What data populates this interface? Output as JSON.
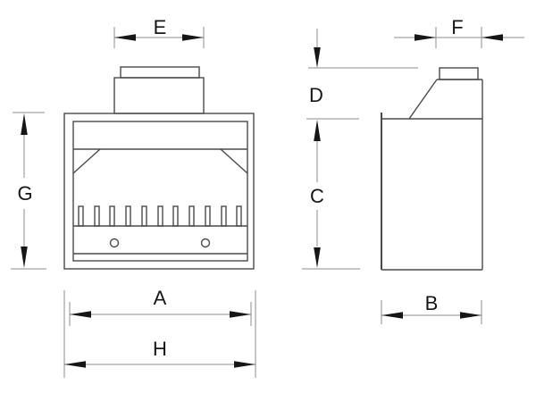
{
  "colors": {
    "background": "#ffffff",
    "object_line": "#4a4a4a",
    "dimension_line": "#8e8e8e",
    "arrow": "#161616",
    "label": "#161616"
  },
  "labels": {
    "A": "A",
    "B": "B",
    "C": "C",
    "D": "D",
    "E": "E",
    "F": "F",
    "G": "G",
    "H": "H"
  },
  "views": {
    "front": {
      "grate_bars": 11,
      "mounting_holes": 2
    },
    "side": {
      "flue_caps": 1
    }
  }
}
